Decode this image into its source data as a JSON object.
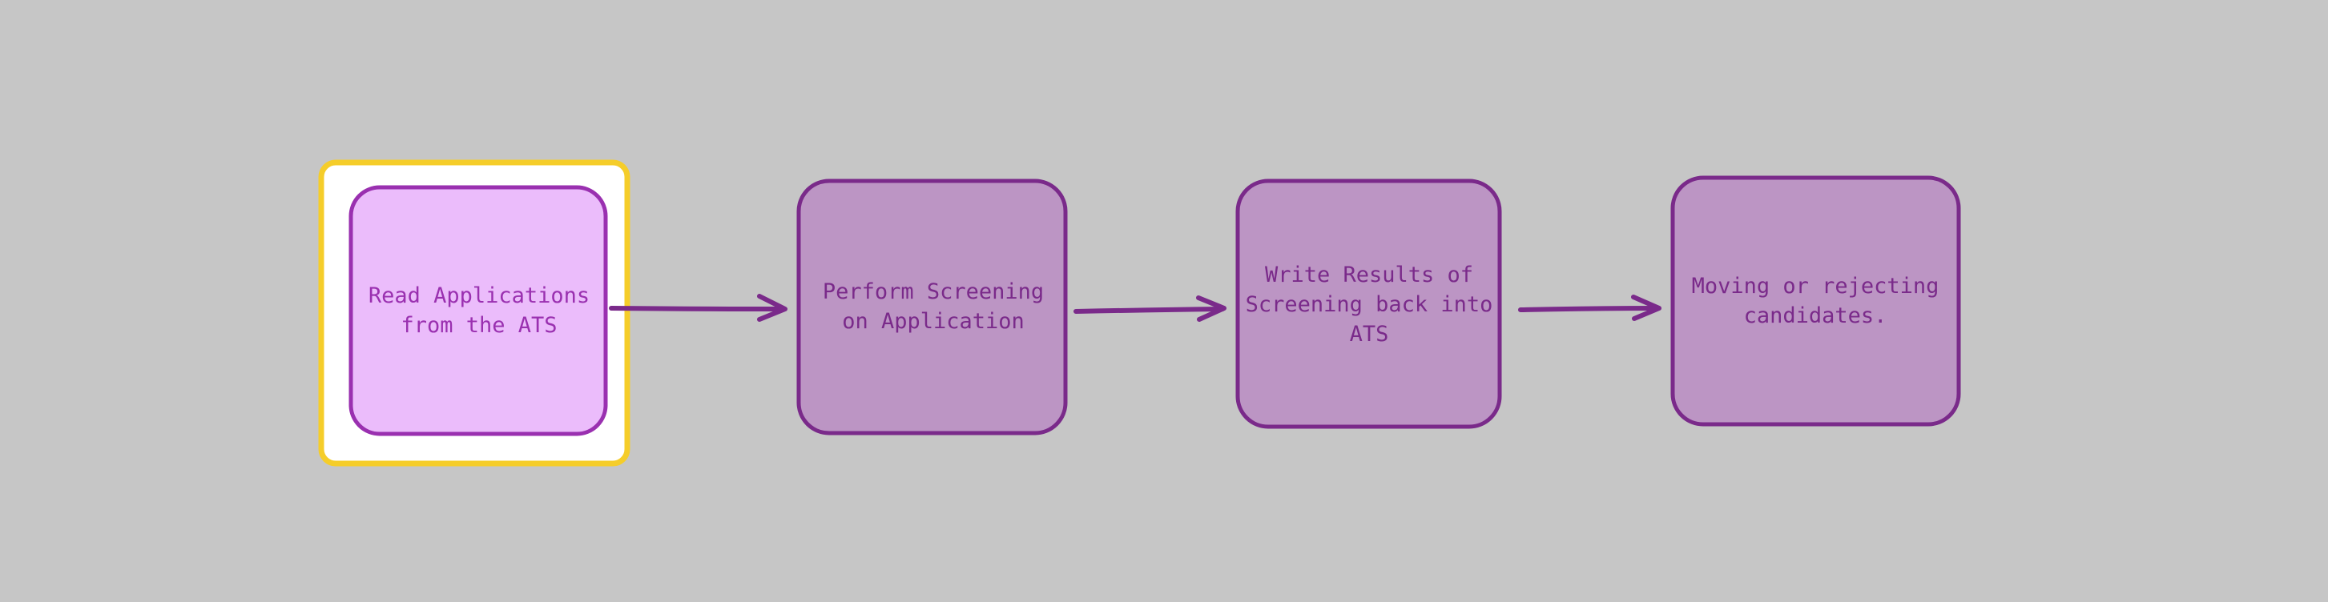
{
  "diagram": {
    "background": "#c6c6c6",
    "selection_color": "#f5cd2a",
    "nodes": [
      {
        "id": "read-applications",
        "label": "Read Applications\nfrom the ATS",
        "fill": "#ebbcfb",
        "stroke": "#9a30b0",
        "selected": true
      },
      {
        "id": "perform-screening",
        "label": "Perform Screening\non Application",
        "fill": "#bc95c4",
        "stroke": "#7a2a8a",
        "selected": false
      },
      {
        "id": "write-results",
        "label": "Write Results of\nScreening back into\nATS",
        "fill": "#bc95c4",
        "stroke": "#7a2a8a",
        "selected": false
      },
      {
        "id": "moving-rejecting",
        "label": "Moving or rejecting\ncandidates.",
        "fill": "#bc95c4",
        "stroke": "#7a2a8a",
        "selected": false
      }
    ],
    "edges": [
      {
        "from": "read-applications",
        "to": "perform-screening"
      },
      {
        "from": "perform-screening",
        "to": "write-results"
      },
      {
        "from": "write-results",
        "to": "moving-rejecting"
      }
    ]
  }
}
